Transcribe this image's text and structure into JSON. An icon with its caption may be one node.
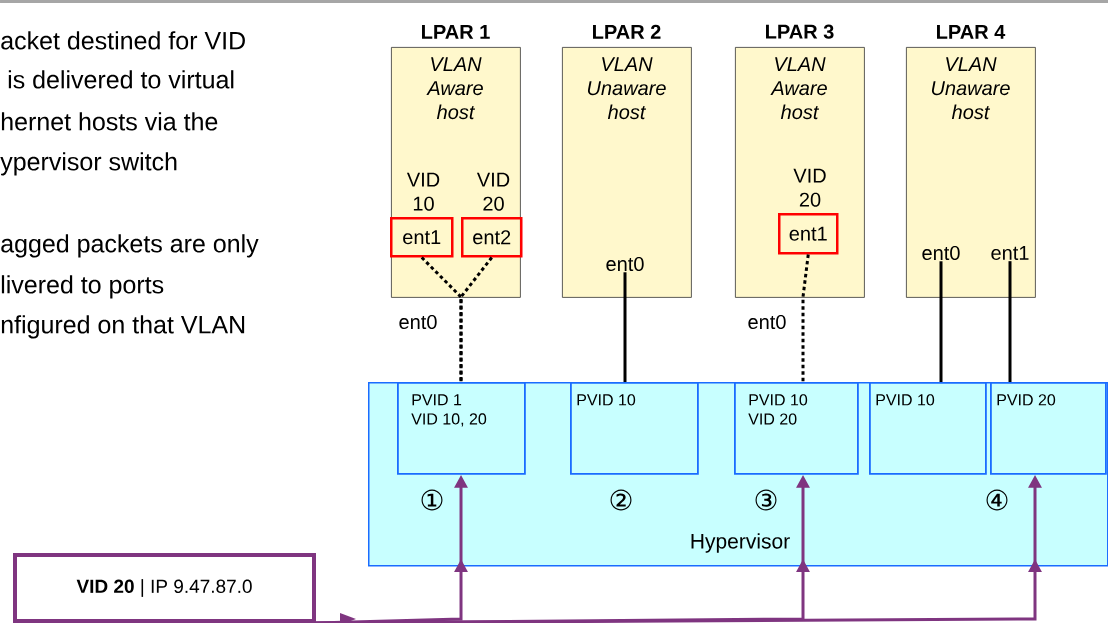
{
  "diagram": {
    "nodes": [
      {
        "text": [
          "LPAR 1",
          "VLAN Aware host"
        ]
      },
      {
        "text": [
          "ent1"
        ],
        "in": 0,
        "beside": [
          "VID 10"
        ]
      },
      {
        "text": [
          "ent2"
        ],
        "in": 0,
        "beside": [
          "VID 20"
        ]
      },
      {
        "text": [
          "LPAR 2",
          "VLAN Unaware host"
        ]
      },
      {
        "text": [
          "ent0"
        ],
        "in": 3
      },
      {
        "text": [
          "LPAR 3",
          "VLAN Aware host"
        ]
      },
      {
        "text": [
          "ent1"
        ],
        "in": 5,
        "beside": [
          "VID 20"
        ]
      },
      {
        "text": [
          "LPAR 4",
          "VLAN Unaware host"
        ]
      },
      {
        "text": [
          "ent0"
        ],
        "in": 7
      },
      {
        "text": [
          "ent1"
        ],
        "in": 7
      },
      {
        "text": [
          "Hypervisor"
        ]
      },
      {
        "text": [
          "PVID 1",
          "VID 10, 20"
        ],
        "in": 10
      },
      {
        "text": [
          "PVID 10"
        ],
        "in": 10
      },
      {
        "text": [
          "PVID 10",
          "VID 20"
        ],
        "in": 10
      },
      {
        "text": [
          "PVID 10"
        ],
        "in": 10
      },
      {
        "text": [
          "PVID 20"
        ],
        "in": 10
      },
      {
        "text": [
          "**VID 20** | IP 9.47.87.0"
        ]
      }
    ],
    "edges": [
      {
        "from": 1,
        "to": 11,
        "arrow": "none",
        "style": "dashed",
        "label": "ent0"
      },
      {
        "from": 2,
        "to": 11,
        "arrow": "none",
        "style": "dashed"
      },
      {
        "from": 4,
        "to": 12,
        "arrow": "none"
      },
      {
        "from": 6,
        "to": 13,
        "arrow": "none",
        "style": "dashed",
        "label": "ent0"
      },
      {
        "from": 8,
        "to": 14,
        "arrow": "none"
      },
      {
        "from": 9,
        "to": 15,
        "arrow": "none"
      },
      {
        "from": 16,
        "to": 11,
        "arrow": "to",
        "color": "#7f3580"
      },
      {
        "from": 16,
        "to": 13,
        "arrow": "to",
        "color": "#7f3580"
      },
      {
        "from": 16,
        "to": 15,
        "arrow": "to",
        "color": "#7f3580"
      }
    ],
    "labels": [
      "acket destined for VID",
      " is delivered to virtual",
      "hernet hosts via the",
      "ypervisor switch",
      "agged packets are only",
      "livered to ports",
      "nfigured on that VLAN",
      "①",
      "②",
      "③",
      "④"
    ]
  }
}
